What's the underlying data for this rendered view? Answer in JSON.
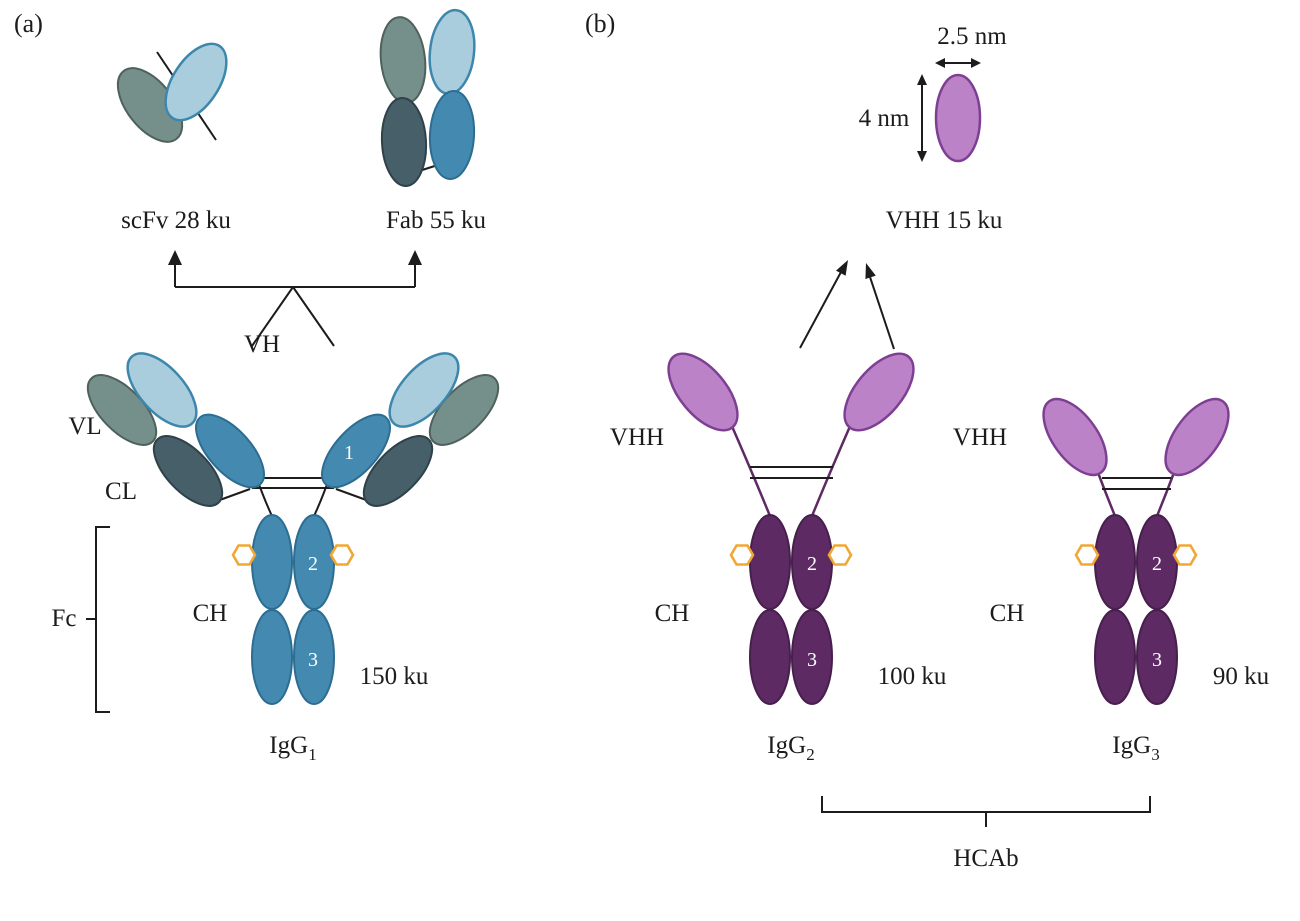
{
  "colors": {
    "light-blue": "#a9cddd",
    "light-blue-stroke": "#3d87ac",
    "blue": "#4389b0",
    "blue-stroke": "#2c6d91",
    "gray-green": "#75908a",
    "gray-green-stroke": "#4e615c",
    "dark-slate": "#475f69",
    "dark-slate-stroke": "#2f4149",
    "light-purple": "#bb82c8",
    "light-purple-stroke": "#7e3f93",
    "dark-purple": "#5d2a64",
    "dark-purple-stroke": "#461f4c",
    "glycan-orange": "#f1a733",
    "line": "#1c1c1c",
    "text": "#1c1c1c"
  },
  "panel_a": {
    "label": "(a)",
    "scfv_label": "scFv 28 ku",
    "fab_label": "Fab 55 ku",
    "vh_label": "VH",
    "vl_label": "VL",
    "cl_label": "CL",
    "ch_label": "CH",
    "fc_label": "Fc",
    "ch1_number": "1",
    "ch2_number": "2",
    "ch3_number": "3",
    "mass_label": "150 ku",
    "molecule_name": "IgG",
    "molecule_subscript": "1"
  },
  "panel_b": {
    "label": "(b)",
    "vhh_width_label": "2.5 nm",
    "vhh_height_label": "4 nm",
    "vhh_label": "VHH 15 ku",
    "igg2": {
      "vhh_label": "VHH",
      "ch_label": "CH",
      "ch2_number": "2",
      "ch3_number": "3",
      "mass_label": "100 ku",
      "molecule_name": "IgG",
      "molecule_subscript": "2"
    },
    "igg3": {
      "vhh_label": "VHH",
      "ch_label": "CH",
      "ch2_number": "2",
      "ch3_number": "3",
      "mass_label": "90 ku",
      "molecule_name": "IgG",
      "molecule_subscript": "3"
    },
    "hcab_label": "HCAb"
  }
}
